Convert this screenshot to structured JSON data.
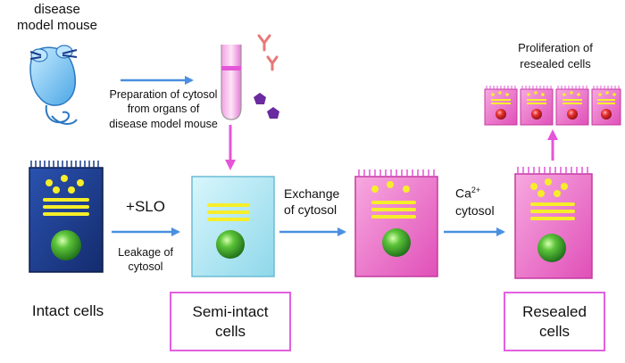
{
  "labels": {
    "mouse": [
      "disease",
      "model mouse"
    ],
    "preparation": [
      "Preparation of cytosol",
      "from organs of",
      "disease model mouse"
    ],
    "proliferation": [
      "Proliferation of",
      "resealed cells"
    ],
    "slo": "+SLO",
    "leakage": [
      "Leakage of",
      "cytosol"
    ],
    "exchange": [
      "Exchange",
      "of cytosol"
    ],
    "ca": {
      "base": "Ca",
      "sup": "2+",
      "line2": "cytosol"
    },
    "intact": "Intact cells",
    "semi_intact": [
      "Semi-intact",
      "cells"
    ],
    "resealed": [
      "Resealed",
      "cells"
    ]
  },
  "colors": {
    "arrow_blue": "#4a90e0",
    "arrow_pink": "#e455d8",
    "cell_intact": "#1c3c8a",
    "cell_semi": "#b8ecf6",
    "cell_pink": "#ee78cc",
    "nucleus": "#3aa63a",
    "granule": "#f6ee2a",
    "box_border": "#e060e0"
  }
}
